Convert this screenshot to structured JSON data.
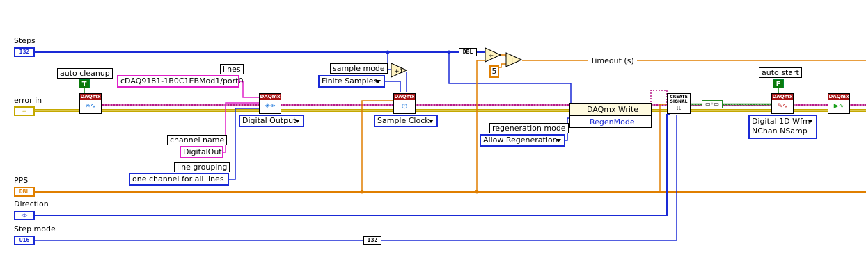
{
  "controls": {
    "steps": {
      "label": "Steps",
      "type": "I32"
    },
    "error_in": {
      "label": "error in",
      "type": "▭"
    },
    "pps": {
      "label": "PPS",
      "type": "DBL"
    },
    "direction": {
      "label": "Direction",
      "type": "◁▷"
    },
    "step_mode": {
      "label": "Step mode",
      "type": "U16"
    }
  },
  "labels": {
    "auto_cleanup": "auto cleanup",
    "lines": "lines",
    "channel_name": "channel name",
    "line_grouping": "line grouping",
    "sample_mode": "sample mode",
    "regeneration_mode": "regeneration mode",
    "auto_start": "auto start",
    "timeout": "Timeout (s)"
  },
  "constants": {
    "auto_cleanup_val": "T",
    "auto_start_val": "F",
    "lines_val": "cDAQ9181-1B0C1EBMod1/port0",
    "channel_name_val": "DigitalOut",
    "line_grouping_val": "one channel for all lines",
    "sample_mode_val": "Finite Samples",
    "regeneration_val": "Allow Regeneration",
    "five": "5",
    "dbl_convert": "DBL",
    "i32_convert": "I32"
  },
  "nodes": {
    "daqmx_header": "DAQmx",
    "create_vi_ring": "Digital Output",
    "timing_ring": "Sample Clock",
    "write_title": "DAQmx Write",
    "write_prop": "RegenMode",
    "create_signal": "CREATE SIGNAL",
    "write_poly_line1": "Digital 1D Wfm",
    "write_poly_line2": "NChan NSamp",
    "increment": "+1",
    "divide": "÷",
    "add": "+"
  },
  "colors": {
    "numeric_wire": "#e07f00",
    "int_wire": "#1a2ad6",
    "error_wire": "#c4a800",
    "task_wire": "#b81a88",
    "string_wire": "#e020c8",
    "bool_wire": "#0b7a0b",
    "waveform_wire": "#228b22"
  }
}
